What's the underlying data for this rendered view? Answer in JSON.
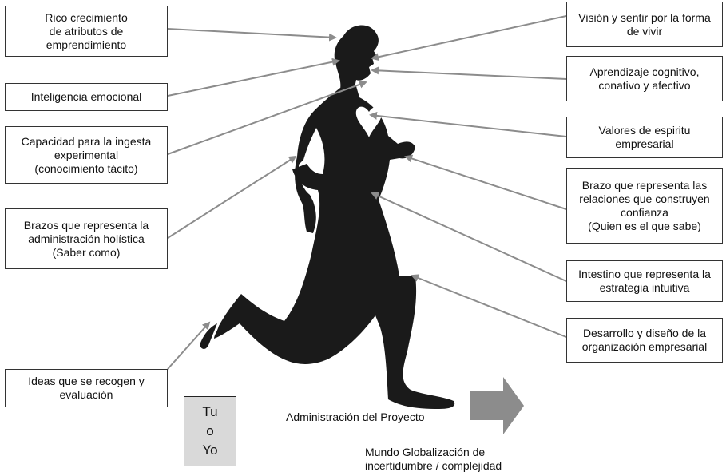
{
  "labels": {
    "rico": "Rico crecimiento\nde atributos de\nemprendimiento",
    "inteligencia": "Inteligencia emocional",
    "capacidad": "Capacidad para la ingesta\nexperimental\n(conocimiento tácito)",
    "brazos": "Brazos que representa la\nadministración holística\n(Saber como)",
    "ideas": "Ideas que se recogen y\nevaluación",
    "vision": "Visión y sentir por la forma\nde vivir",
    "aprendizaje": "Aprendizaje cognitivo,\nconativo y afectivo",
    "valores": "Valores de espiritu\nempresarial",
    "brazo_rel": "Brazo que representa las\nrelaciones que construyen\nconfianza\n(Quien es el que sabe)",
    "intestino": "Intestino que representa la\nestrategia intuitiva",
    "desarrollo": "Desarrollo y diseño de la\norganización empresarial"
  },
  "tu_o_yo": [
    "Tu",
    "o",
    "Yo"
  ],
  "admin_proyecto": "Administración del Proyecto",
  "mundo": "Mundo Globalización de\nincertidumbre / complejidad",
  "colors": {
    "arrow": "#8c8c8c",
    "figure": "#1a1a1a",
    "border": "#333333",
    "tu_box": "#d9d9d9"
  }
}
